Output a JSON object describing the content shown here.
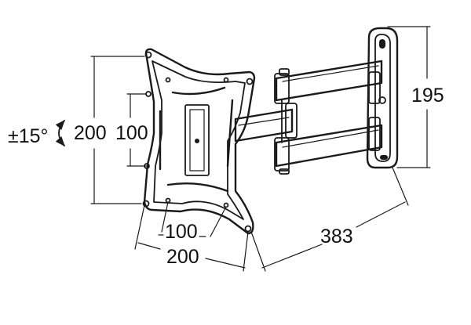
{
  "labels": {
    "tilt": "±15°",
    "height_outer": "200",
    "height_inner": "100",
    "width_inner": "100",
    "width_outer": "200",
    "arm_extension": "383",
    "wall_plate_height": "195"
  },
  "colors": {
    "line": "#1a1a1a",
    "background": "#ffffff"
  },
  "icons": {
    "tilt": "curved-double-arrow-icon"
  }
}
